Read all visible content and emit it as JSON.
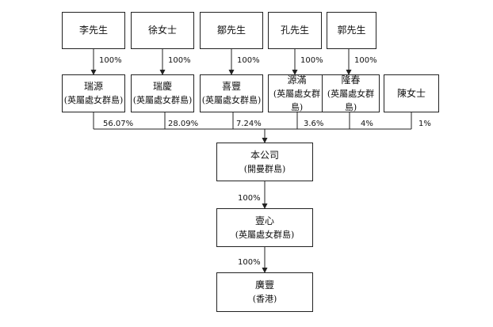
{
  "persons": [
    {
      "name": "李先生",
      "pct": "100%"
    },
    {
      "name": "徐女士",
      "pct": "100%"
    },
    {
      "name": "鄒先生",
      "pct": "100%"
    },
    {
      "name": "孔先生",
      "pct": "100%"
    },
    {
      "name": "郭先生",
      "pct": "100%"
    }
  ],
  "holdcos": [
    {
      "name": "瑞源",
      "sub": "(英屬處女群島)",
      "pct": "56.07%"
    },
    {
      "name": "瑞慶",
      "sub": "(英屬處女群島)",
      "pct": "28.09%"
    },
    {
      "name": "喜豐",
      "sub": "(英屬處女群島)",
      "pct": "7.24%"
    },
    {
      "name": "源滿",
      "sub": "(英屬處女群島)",
      "pct": "3.6%"
    },
    {
      "name": "隆春",
      "sub": "(英屬處女群島)",
      "pct": "4%"
    },
    {
      "name": "陳女士",
      "sub": "",
      "pct": "1%"
    }
  ],
  "company": {
    "name": "本公司",
    "sub": "(開曼群島)"
  },
  "sub1": {
    "name": "壹心",
    "sub": "(英屬處女群島)",
    "pct": "100%"
  },
  "sub2": {
    "name": "廣豐",
    "sub": "(香港)",
    "pct": "100%"
  }
}
